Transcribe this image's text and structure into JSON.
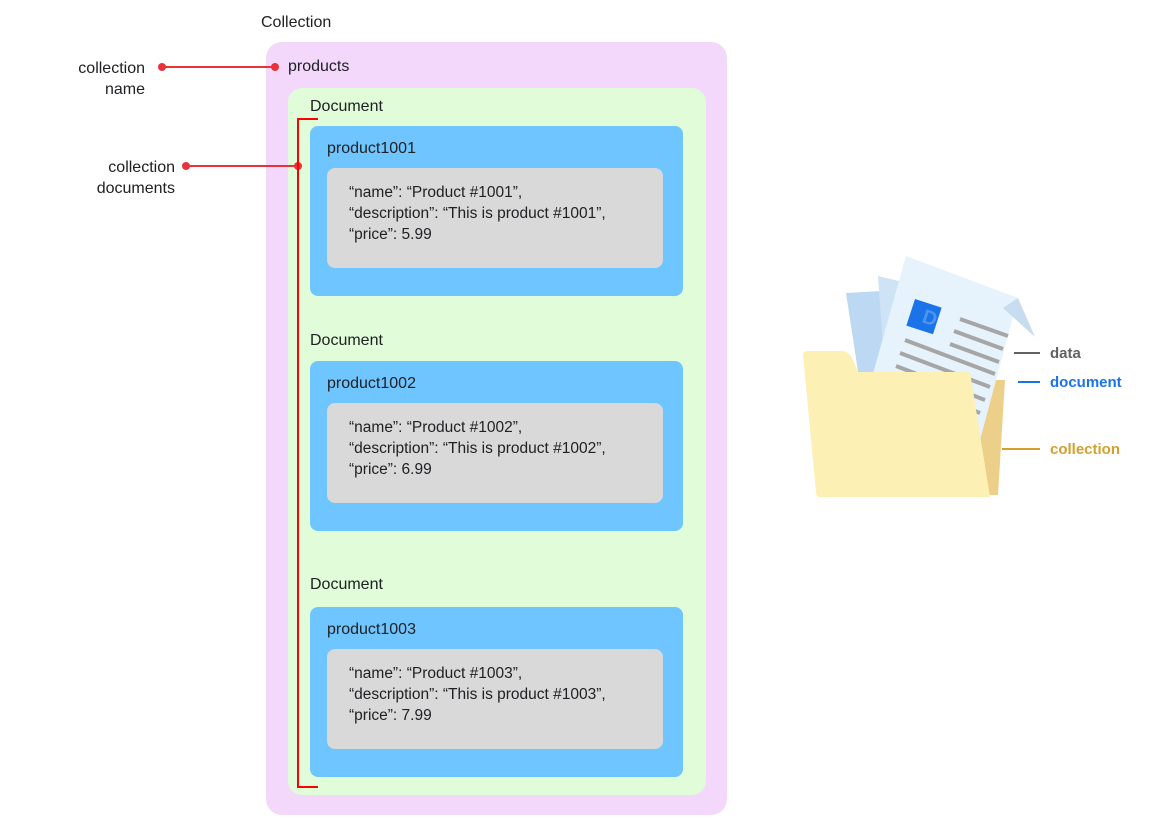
{
  "diagram": {
    "title": "Collection",
    "collection_name": "products",
    "annotations": {
      "collection_name": [
        "collection",
        "name"
      ],
      "collection_documents": [
        "collection",
        "documents"
      ]
    },
    "documents": [
      {
        "label": "Document",
        "id": "product1001",
        "fields": [
          "“name”: “Product #1001”,",
          "“description”: “This is product #1001”,",
          "“price”: 5.99"
        ]
      },
      {
        "label": "Document",
        "id": "product1002",
        "fields": [
          "“name”: “Product #1002”,",
          "“description”: “This is product #1002”,",
          "“price”: 6.99"
        ]
      },
      {
        "label": "Document",
        "id": "product1003",
        "fields": [
          "“name”: “Product #1003”,",
          "“description”: “This is product #1003”,",
          "“price”: 7.99"
        ]
      }
    ],
    "illustration": {
      "icon": "folder-with-document-icon",
      "badge_letter": "D",
      "legend": [
        {
          "label": "data",
          "color": "#616161"
        },
        {
          "label": "document",
          "color": "#1a73e8"
        },
        {
          "label": "collection",
          "color": "#d4a02a"
        }
      ]
    },
    "colors": {
      "collection_bg": "#f4d8fc",
      "document_area_bg": "#e0fcd8",
      "document_bg": "#6ec5ff",
      "data_bg": "#d9d9d9",
      "annotation_red": "#e8333c"
    }
  }
}
